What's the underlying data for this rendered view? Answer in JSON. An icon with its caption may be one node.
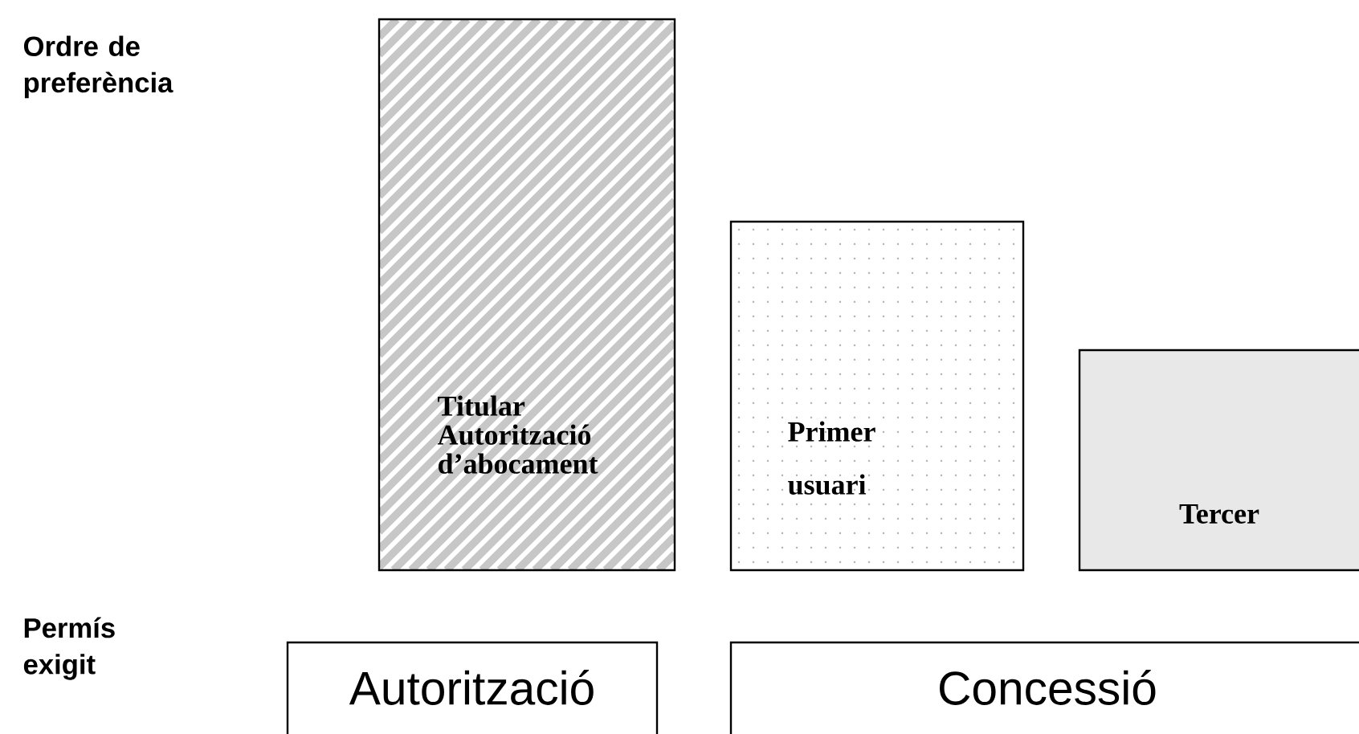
{
  "diagram": {
    "nodes": [
      {
        "text": [
          "Titular Autorització d’abocament"
        ]
      },
      {
        "text": [
          "Primer usuari"
        ]
      },
      {
        "text": [
          "Tercer"
        ]
      },
      {
        "text": [
          "Autorització"
        ]
      },
      {
        "text": [
          "Concessió"
        ]
      }
    ],
    "labels": [
      "Ordre de preferència",
      "Permís exigit"
    ]
  }
}
